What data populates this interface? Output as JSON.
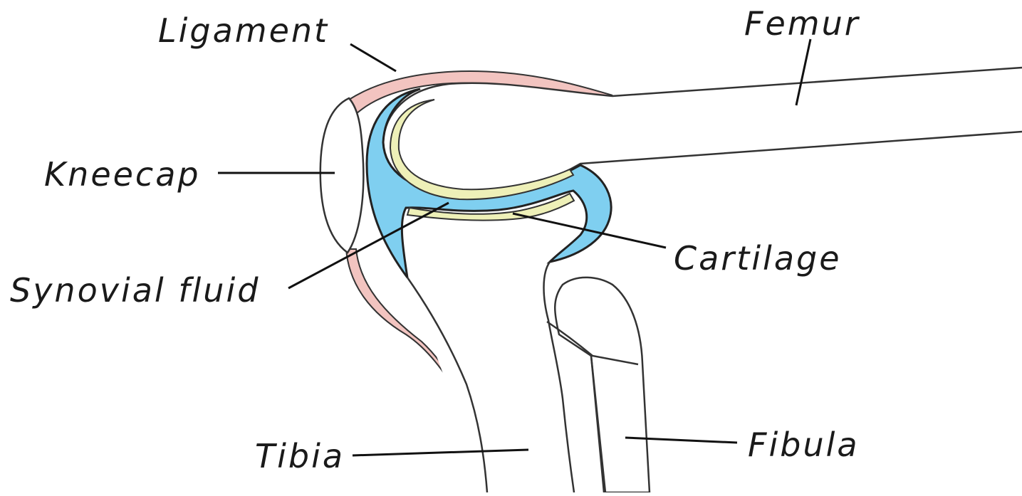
{
  "labels": {
    "ligament": "Ligament",
    "femur": "Femur",
    "kneecap": "Kneecap",
    "cartilage": "Cartilage",
    "synovial_fluid": "Synovial fluid",
    "tibia": "Tibia",
    "fibula": "Fibula"
  },
  "colors": {
    "ligament": "#f2c4c0",
    "synovial_fluid": "#7fcff0",
    "cartilage": "#eef0b8",
    "bone": "#ffffff",
    "outline": "#333333"
  }
}
